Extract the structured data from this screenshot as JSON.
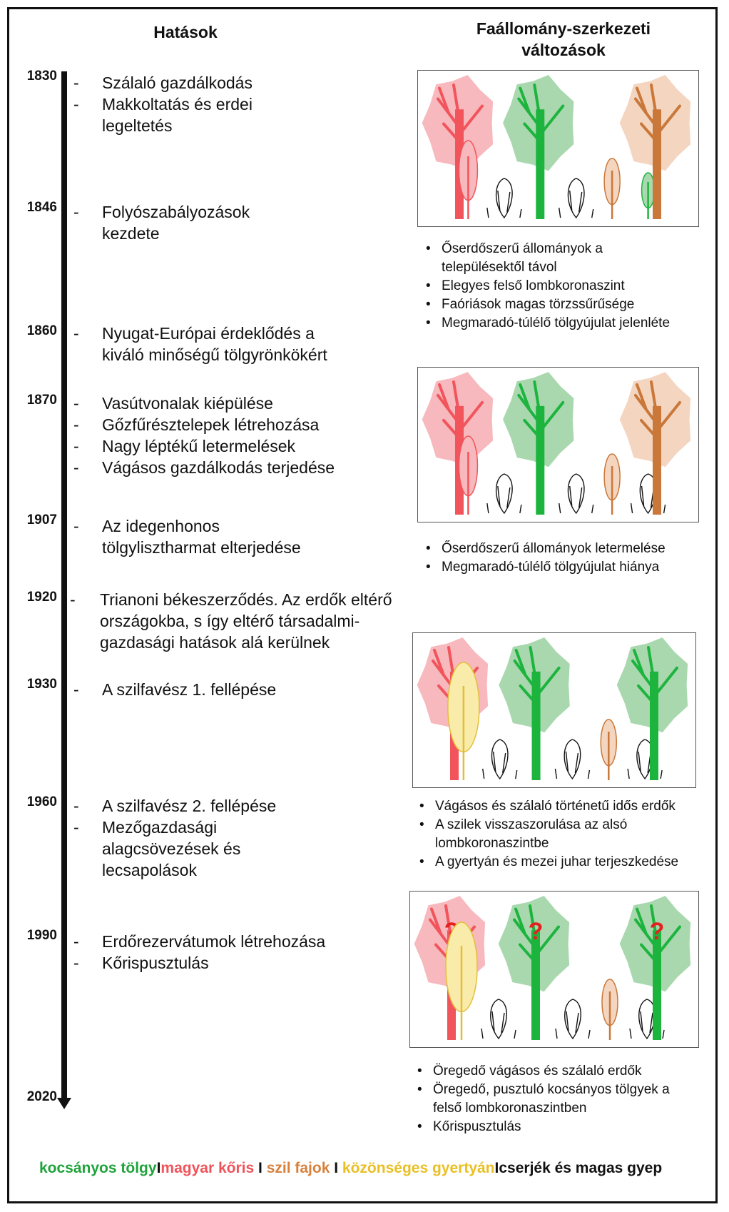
{
  "headers": {
    "left": "Hatások",
    "right_line1": "Faállomány-szerkezeti",
    "right_line2": "változások"
  },
  "years": [
    "1830",
    "1846",
    "1860",
    "1870",
    "1907",
    "1920",
    "1930",
    "1960",
    "1990",
    "2020"
  ],
  "events": [
    {
      "items": [
        "Szálaló gazdálkodás",
        "Makkoltatás és erdei",
        "legeltetés"
      ]
    },
    {
      "items": [
        "Folyószabályozások",
        "kezdete"
      ]
    },
    {
      "items": [
        "Nyugat-Európai érdeklődés a",
        "kiváló minőségű tölgyrönkökért"
      ]
    },
    {
      "items": [
        "Vasútvonalak kiépülése",
        "Gőzfűrésztelepek létrehozása",
        "Nagy léptékű letermelések",
        "Vágásos gazdálkodás terjedése"
      ]
    },
    {
      "items": [
        "Az idegenhonos",
        "tölgylisztharmat elterjedése"
      ]
    },
    {
      "items": [
        "Trianoni békeszerződés. Az erdők eltérő",
        "országokba, s így eltérő társadalmi-",
        "gazdasági hatások alá kerülnek"
      ]
    },
    {
      "items": [
        "A szilfavész 1. fellépése"
      ]
    },
    {
      "items": [
        "A szilfavész 2. fellépése",
        "Mezőgazdasági",
        "alagcsövezések és",
        "lecsapolások"
      ]
    },
    {
      "items": [
        "Erdőrezervátumok létrehozása",
        "Kőrispusztulás"
      ]
    }
  ],
  "bullet_groups": [
    {
      "items": [
        "Őserdőszerű állományok a",
        "településektől távol",
        "Elegyes felső lombkoronaszint",
        "Faóriások magas törzssűrűsége",
        "Megmaradó-túlélő tölgyújulat  jelenléte"
      ]
    },
    {
      "items": [
        "Őserdőszerű állományok letermelése",
        "Megmaradó-túlélő tölgyújulat  hiánya"
      ]
    },
    {
      "items": [
        "Vágásos és szálaló történetű idős erdők",
        "A szilek visszaszorulása  az alsó",
        "lombkoronaszintbe",
        "A gyertyán  és mezei juhar  terjeszkedése"
      ]
    },
    {
      "items": [
        "Öregedő vágásos és szálaló erdők",
        "Öregedő, pusztuló kocsányos tölgyek a",
        "felső lombkoronaszintben",
        "Kőrispusztulás"
      ]
    }
  ],
  "panels": [
    {
      "question_mark": "",
      "slots": [
        "ash",
        "ashsmall",
        "shrub",
        "oak",
        "shrub",
        "elm",
        "oaksmall",
        "elm"
      ]
    },
    {
      "question_mark": "",
      "slots": [
        "ash",
        "ashsmall",
        "shrub",
        "oak",
        "shrub",
        "elm",
        "shrub",
        "elm"
      ]
    },
    {
      "question_mark": "",
      "slots": [
        "ash",
        "hornbeam",
        "shrub",
        "oak",
        "shrub",
        "elm",
        "shrub",
        "oak"
      ]
    },
    {
      "question_mark": "?",
      "slots": [
        "ash",
        "hornbeam",
        "shrub",
        "oak",
        "shrub",
        "elm",
        "shrub",
        "oak"
      ]
    }
  ],
  "legend": [
    {
      "label": "kocsányos tölgy",
      "color": "#1fa33a"
    },
    {
      "label": "magyar kőris",
      "color": "#f0535a"
    },
    {
      "label": "szil fajok",
      "color": "#d7813d"
    },
    {
      "label": "közönséges gyertyán",
      "color": "#e9bf23"
    },
    {
      "label": "cserjék és magas gyep",
      "color": "#111111"
    }
  ],
  "legend_separator": "I",
  "colors": {
    "oak_trunk": "#1db43e",
    "oak_crown": "#a9d8af",
    "ash_trunk": "#f2545c",
    "ash_crown": "#f7b9bd",
    "elm_trunk": "#c9783a",
    "elm_crown": "#f4d5c0",
    "hornbeam_line": "#e4be3b",
    "hornbeam_fill": "#f9ecaa",
    "question": "#e32220"
  }
}
